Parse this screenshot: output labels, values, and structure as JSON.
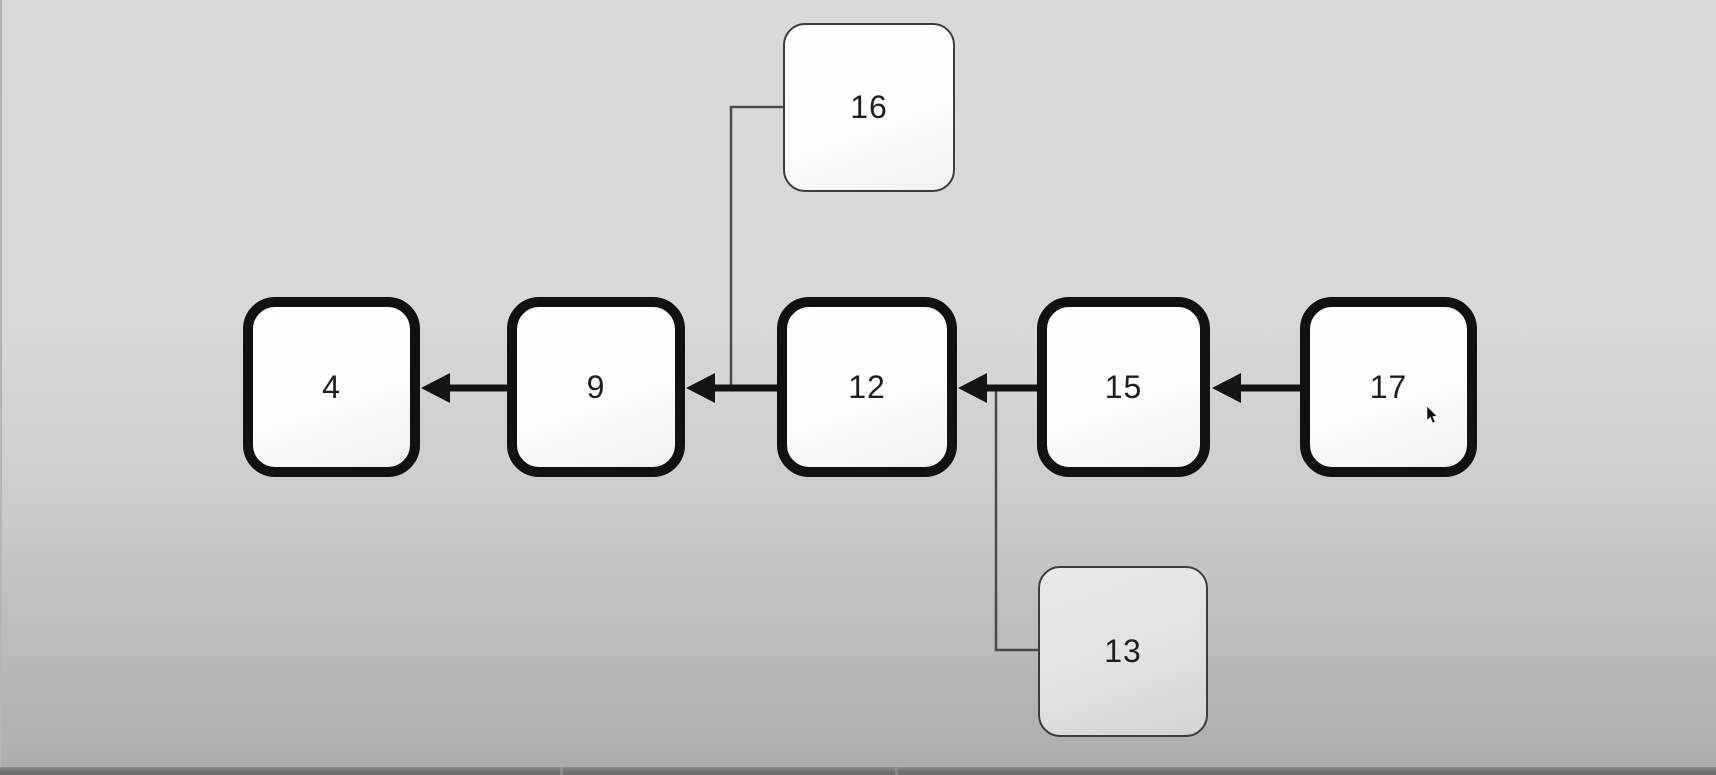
{
  "diagram": {
    "kind": "linked-list",
    "nodes": [
      {
        "id": "16",
        "label": "16",
        "style": "thin-border-white"
      },
      {
        "id": "4",
        "label": "4",
        "style": "thick-border-white"
      },
      {
        "id": "9",
        "label": "9",
        "style": "thick-border-white"
      },
      {
        "id": "12",
        "label": "12",
        "style": "thick-border-white"
      },
      {
        "id": "15",
        "label": "15",
        "style": "thick-border-white"
      },
      {
        "id": "17",
        "label": "17",
        "style": "thick-border-white"
      },
      {
        "id": "13",
        "label": "13",
        "style": "thin-border-gray"
      }
    ],
    "edges": [
      {
        "from": "9",
        "to": "4",
        "type": "thick-arrow",
        "direction": "left"
      },
      {
        "from": "12",
        "to": "9",
        "type": "thick-arrow",
        "direction": "left"
      },
      {
        "from": "15",
        "to": "12",
        "type": "thick-arrow",
        "direction": "left"
      },
      {
        "from": "17",
        "to": "15",
        "type": "thick-arrow",
        "direction": "left"
      },
      {
        "from": "16",
        "to": "arrow(12-to-9)",
        "type": "thin-elbow-line"
      },
      {
        "from": "13",
        "to": "arrow(15-to-12)",
        "type": "thin-elbow-line"
      }
    ],
    "colors": {
      "background_top": "#d9d9d9",
      "background_bottom": "#acacac",
      "bottom_bar": "#757575",
      "node_border_thick": "#111111",
      "node_border_thin": "#3c3c3c",
      "node_fill_white": "#ffffff",
      "node_fill_gray": "#e2e2e2",
      "arrow": "#141414",
      "thin_line": "#4a4a4a",
      "text": "#1e1e1e"
    }
  }
}
